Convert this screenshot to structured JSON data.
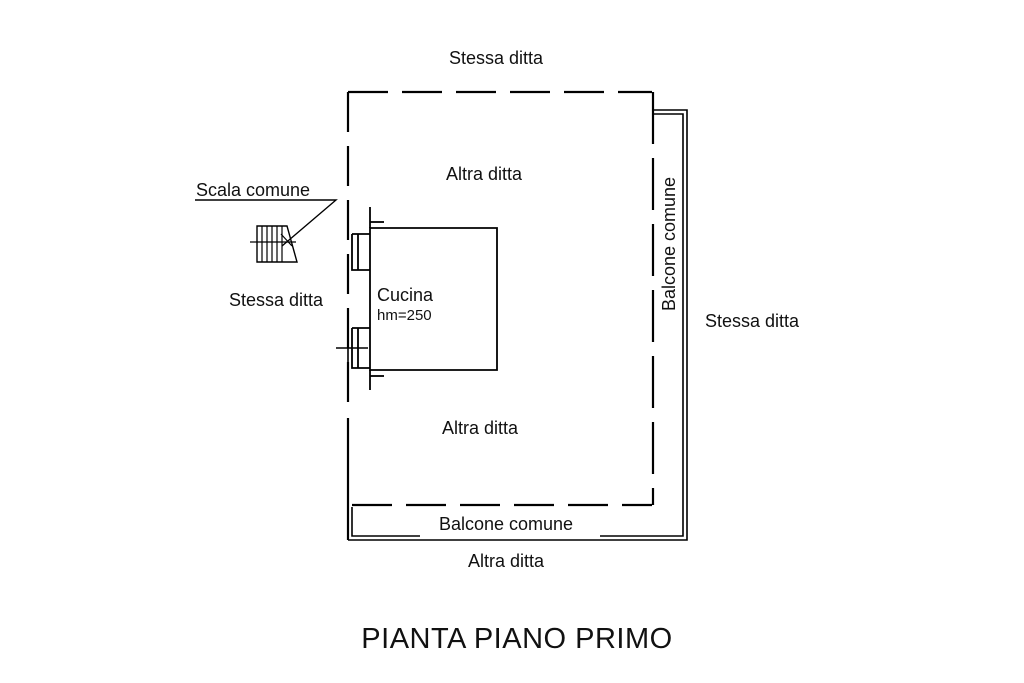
{
  "labels": {
    "top_outside": "Stessa ditta",
    "left_outside": "Stessa ditta",
    "right_outside": "Stessa ditta",
    "bottom_outside": "Altra ditta",
    "upper_inside": "Altra ditta",
    "lower_inside": "Altra ditta",
    "stair": "Scala comune",
    "balcony_right": "Balcone comune",
    "balcony_bottom": "Balcone comune",
    "room_name": "Cucina",
    "room_height": "hm=250",
    "title": "PIANTA PIANO PRIMO"
  },
  "colors": {
    "ink": "#000000",
    "text": "#111111",
    "paper": "#ffffff"
  }
}
